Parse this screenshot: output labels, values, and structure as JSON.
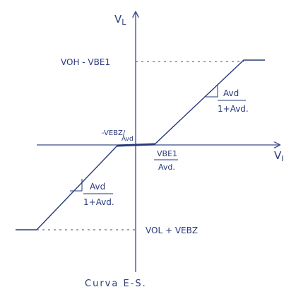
{
  "labels": {
    "y_axis": "V",
    "y_axis_sub": "L",
    "x_axis": "V",
    "x_axis_sub": "I",
    "voh": "VOH - VBE1",
    "vol": "VOL + VEBZ",
    "neg_threshold": "-VEBZ/",
    "neg_threshold_den": "Avd",
    "pos_threshold_num": "VBE1",
    "pos_threshold_den": "Avd.",
    "slope_upper_num": "Avd",
    "slope_upper_den": "1+Avd.",
    "slope_lower_num": "Avd",
    "slope_lower_den": "1+Avd.",
    "caption": "Curva E-S."
  },
  "colors": {
    "ink": "#2a3a7a",
    "axis": "#3a4a8a"
  }
}
